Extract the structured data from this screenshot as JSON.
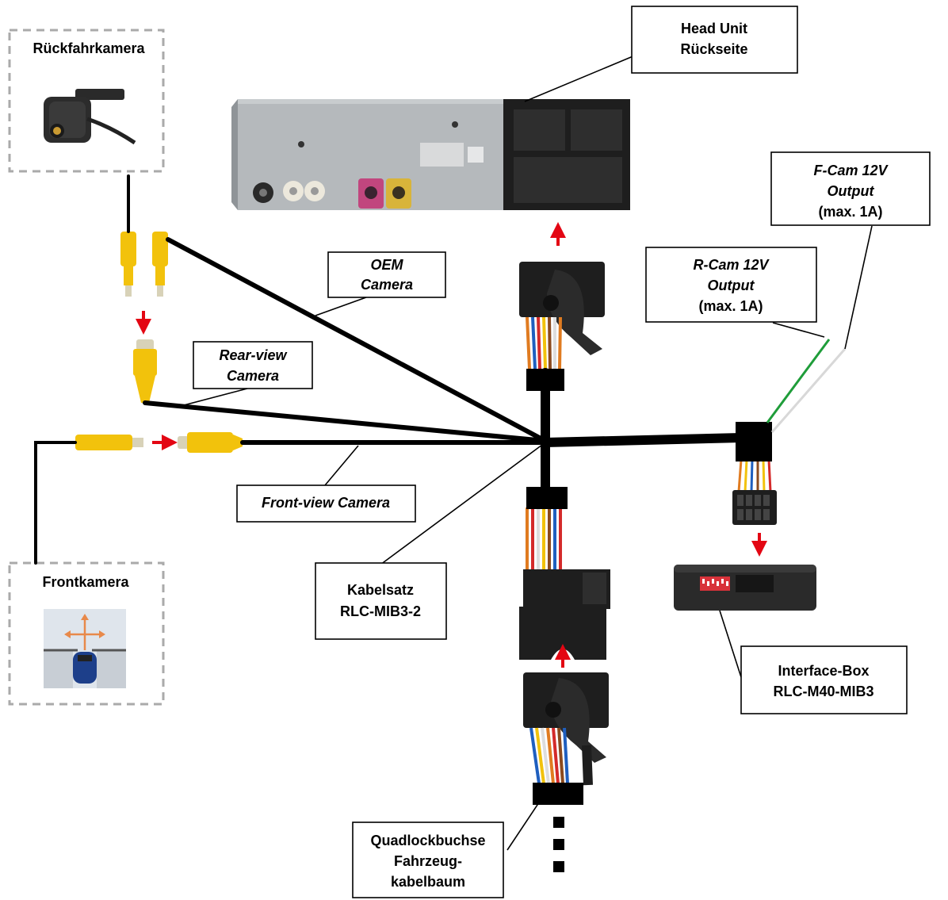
{
  "labels": {
    "rear_camera_title": "Rückfahrkamera",
    "front_camera_title": "Frontkamera",
    "head_unit_line1": "Head Unit",
    "head_unit_line2": "Rückseite",
    "fcam_line1": "F-Cam 12V",
    "fcam_line2": "Output",
    "fcam_line3": "(max. 1A)",
    "rcam_line1": "R-Cam 12V",
    "rcam_line2": "Output",
    "rcam_line3": "(max. 1A)",
    "oem_line1": "OEM",
    "oem_line2": "Camera",
    "rear_view_line1": "Rear-view",
    "rear_view_line2": "Camera",
    "front_view": "Front-view Camera",
    "cable_set_line1": "Kabelsatz",
    "cable_set_line2": "RLC-MIB3-2",
    "interface_line1": "Interface-Box",
    "interface_line2": "RLC-M40-MIB3",
    "quadlock_line1": "Quadlockbuchse",
    "quadlock_line2": "Fahrzeug-",
    "quadlock_line3": "kabelbaum"
  },
  "colors": {
    "cable": "#000000",
    "rca_yellow": "#f2c20c",
    "arrow_red": "#e30613",
    "wire_green": "#1f9d3a",
    "wire_white": "#e6e6e6",
    "dashed_frame": "#aaaaaa",
    "metal": "#b5b9bc",
    "connector_black": "#1e1e1e"
  }
}
